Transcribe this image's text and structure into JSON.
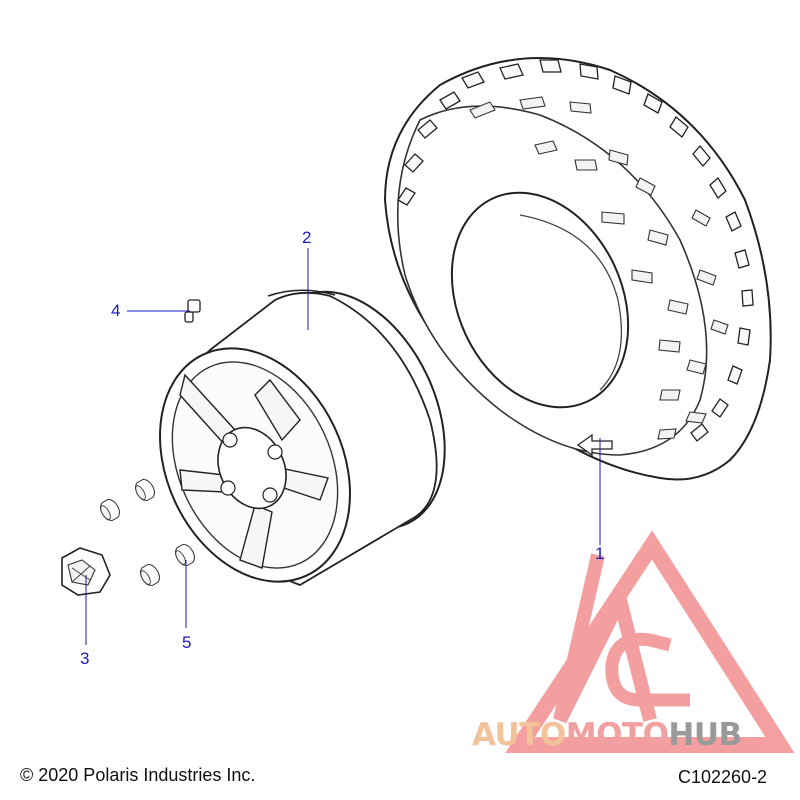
{
  "callouts": {
    "tire": "1",
    "wheel": "2",
    "lug_nut": "3",
    "valve_stem": "4",
    "stud": "5"
  },
  "footer": {
    "copyright": "© 2020 Polaris Industries Inc.",
    "figure_id": "C102260-2"
  },
  "watermark": {
    "part1": "AUTO",
    "part2": "MOTO",
    "part3": "HUB",
    "colors": {
      "auto": "#f2c39a",
      "moto": "#f0a0a0",
      "hub": "#9a9a9a",
      "logo": "#f08080"
    }
  },
  "colors": {
    "callout": "#1a1ab8",
    "line_art": "#222222"
  }
}
